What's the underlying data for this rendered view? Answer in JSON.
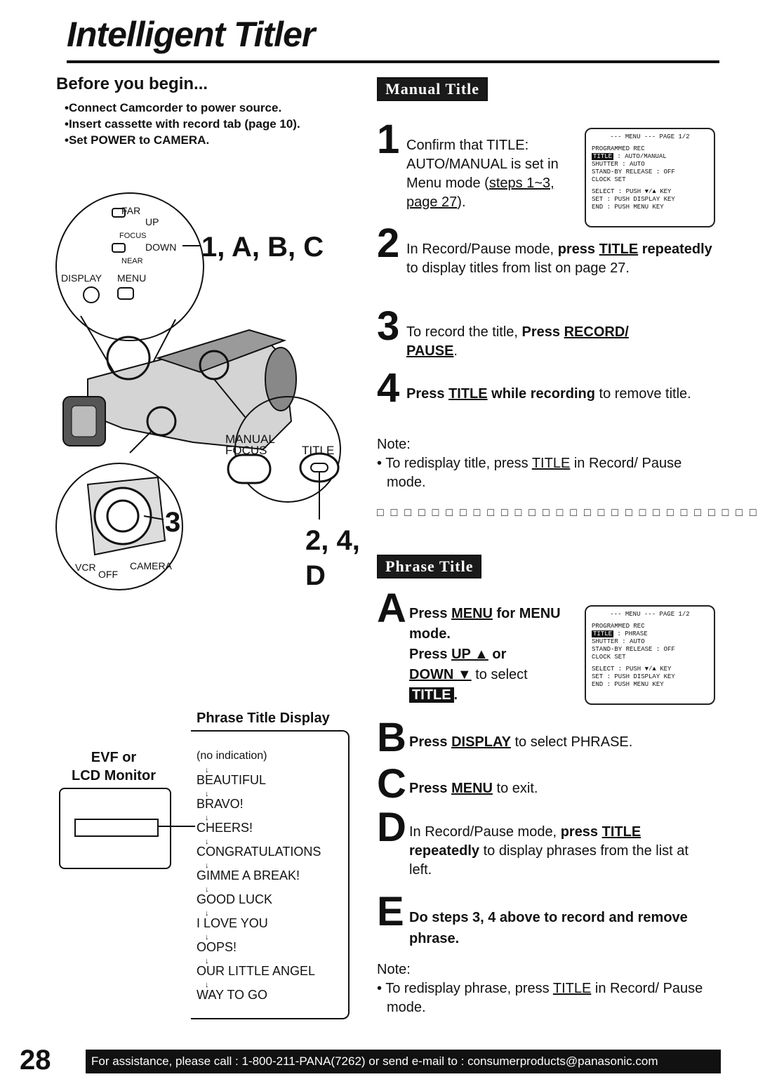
{
  "page": {
    "title": "Intelligent Titler",
    "page_number": "28",
    "footer": "For assistance, please call : 1-800-211-PANA(7262) or send e-mail to : consumerproducts@panasonic.com"
  },
  "before": {
    "heading": "Before you begin...",
    "items": [
      "Connect Camcorder to power source.",
      "Insert cassette with record tab (page 10).",
      "Set POWER to CAMERA."
    ]
  },
  "illustration": {
    "far": "FAR",
    "up": "UP",
    "focus": "FOCUS",
    "down": "DOWN",
    "near": "NEAR",
    "display": "DISPLAY",
    "menu": "MENU",
    "callout_1": "1, A, B, C",
    "manual_focus_1": "MANUAL",
    "manual_focus_2": "FOCUS",
    "title_btn": "TITLE",
    "callout_3": "3",
    "callout_24": "2, 4,",
    "callout_d": "D",
    "vcr": "VCR",
    "off": "OFF",
    "camera": "CAMERA"
  },
  "manual": {
    "banner": "Manual Title",
    "steps": [
      {
        "num": "1",
        "pre": "Confirm that TITLE: AUTO/MANUAL is set in Menu mode (",
        "link": "steps 1~3, page 27",
        "post": ")."
      },
      {
        "num": "2",
        "pre": "In Record/Pause mode, ",
        "bold": "press ",
        "key": "TITLE",
        "bold2": " repeatedly",
        "post": " to display titles from list on page 27."
      },
      {
        "num": "3",
        "pre": "To record the title, ",
        "bold": "Press ",
        "key": "RECORD/ PAUSE",
        "post": "."
      },
      {
        "num": "4",
        "bold": "Press ",
        "key": "TITLE",
        "bold2": " while recording",
        "post": " to remove title."
      }
    ],
    "note_label": "Note:",
    "note_pre": "To redisplay title, press ",
    "note_key": "TITLE",
    "note_post": " in Record/ Pause mode.",
    "menu_screen": {
      "header": "--- MENU ---   PAGE 1/2",
      "line1": "PROGRAMMED REC",
      "line2_key": "TITLE",
      "line2_val": ": AUTO/MANUAL",
      "line3": "SHUTTER       : AUTO",
      "line4": "STAND-BY RELEASE : OFF",
      "line5": "CLOCK SET",
      "line6": "SELECT : PUSH ▼/▲ KEY",
      "line7": "SET    : PUSH DISPLAY KEY",
      "line8": "END    : PUSH MENU KEY"
    }
  },
  "phrase": {
    "banner": "Phrase Title",
    "menu_screen": {
      "header": "--- MENU ---   PAGE 1/2",
      "line1": "PROGRAMMED REC",
      "line2_key": "TITLE",
      "line2_val": ": PHRASE",
      "line3": "SHUTTER       : AUTO",
      "line4": "STAND-BY RELEASE : OFF",
      "line5": "CLOCK SET",
      "line6": "SELECT : PUSH ▼/▲ KEY",
      "line7": "SET    : PUSH DISPLAY KEY",
      "line8": "END    : PUSH MENU KEY"
    },
    "step_a": {
      "letter": "A",
      "t1": "Press ",
      "k1": "MENU",
      "t2": " for MENU mode.",
      "t3": "Press ",
      "k2": "UP ▲",
      "t4": " or",
      "k3": "DOWN ▼",
      "t5": " to select",
      "k4": "TITLE",
      "t6": "."
    },
    "step_b": {
      "letter": "B",
      "t1": "Press ",
      "k1": "DISPLAY",
      "t2": " to select PHRASE."
    },
    "step_c": {
      "letter": "C",
      "t1": "Press ",
      "k1": "MENU",
      "t2": " to exit."
    },
    "step_d": {
      "letter": "D",
      "t1": "In Record/Pause mode, ",
      "b1": "press ",
      "k1": "TITLE",
      "b2": "repeatedly",
      "t2": " to display phrases from the list at left."
    },
    "step_e": {
      "letter": "E",
      "b1": "Do steps 3, 4 above to record and remove phrase."
    },
    "note_label": "Note:",
    "note_pre": "To redisplay phrase, press ",
    "note_key": "TITLE",
    "note_post": " in Record/ Pause mode."
  },
  "display": {
    "heading": "Phrase Title Display",
    "evf_1": "EVF or",
    "evf_2": "LCD Monitor",
    "phrases": [
      "(no indication)",
      "BEAUTIFUL",
      "BRAVO!",
      "CHEERS!",
      "CONGRATULATIONS",
      "GIMME A BREAK!",
      "GOOD LUCK",
      "I LOVE YOU",
      "OOPS!",
      "OUR LITTLE ANGEL",
      "WAY TO GO"
    ]
  }
}
